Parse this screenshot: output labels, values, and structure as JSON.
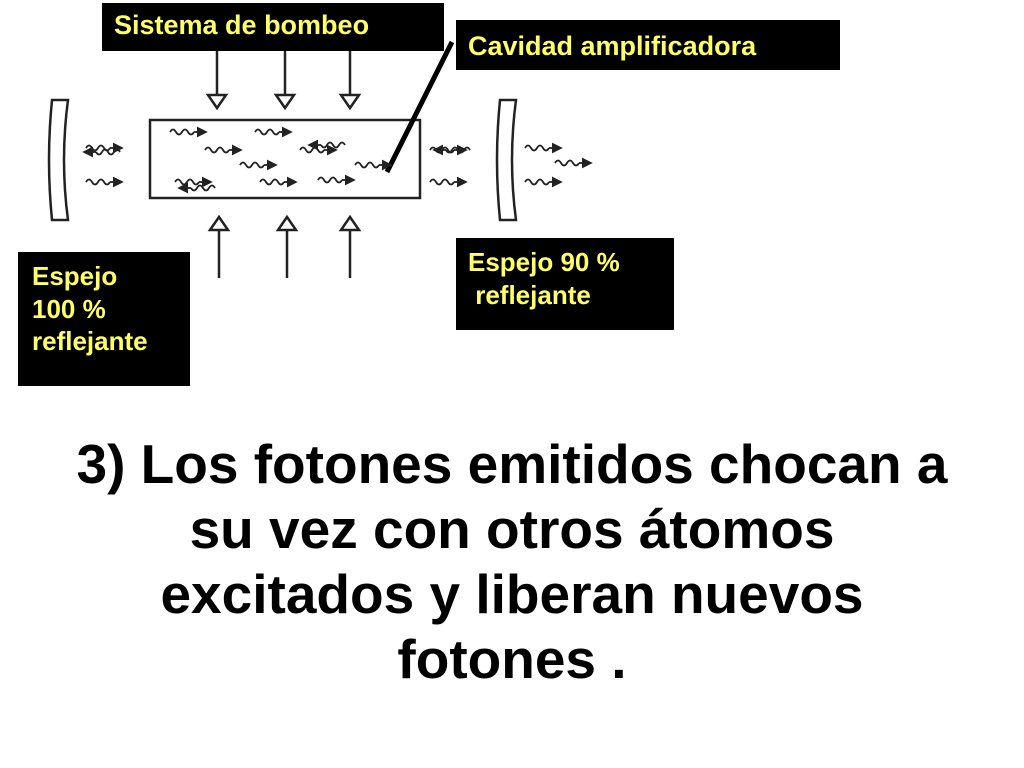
{
  "labels": {
    "pumping_system": "Sistema de bombeo",
    "amplifying_cavity": "Cavidad amplificadora",
    "mirror_90": [
      "Espejo 90 %",
      " reflejante"
    ],
    "mirror_100": [
      "Espejo",
      "100 %",
      "reflejante"
    ]
  },
  "caption": {
    "lines": [
      "3) Los fotones emitidos chocan a",
      "su vez con otros átomos",
      "excitados y liberan nuevos",
      "fotones ."
    ]
  },
  "colors": {
    "label_background": "#000000",
    "label_text": "#ffff66",
    "caption_text": "#000000",
    "drawing": "#222222"
  }
}
